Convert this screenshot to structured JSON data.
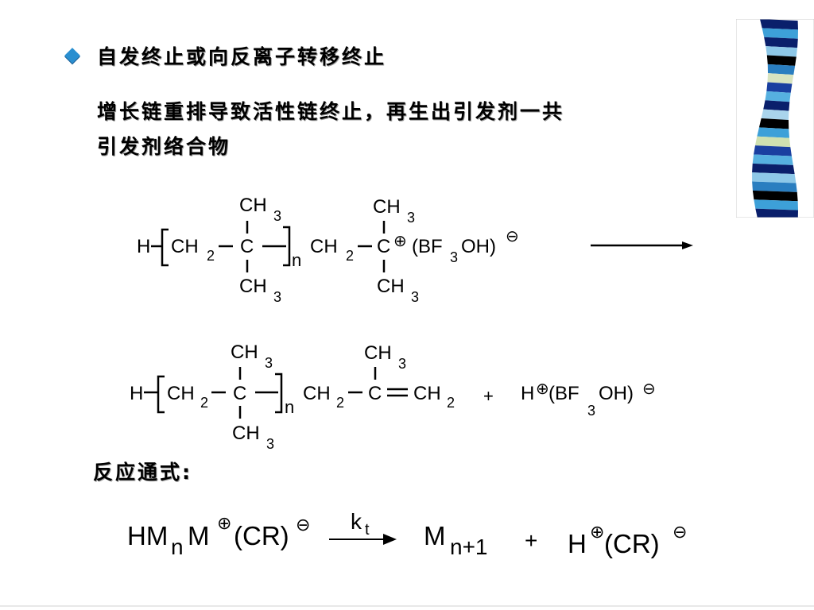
{
  "slide": {
    "heading": "自发终止或向反离子转移终止",
    "description_line1": "增长链重排导致活性链终止，再生出引发剂一共",
    "description_line2": "引发剂络合物",
    "general_label": "反应通式:"
  },
  "reaction1": {
    "H": "H",
    "CH": "CH",
    "C": "C",
    "two": "2",
    "three": "3",
    "n": "n",
    "counterion": "(BF",
    "counterion_tail": "OH)",
    "plus_charge": "⊕",
    "minus_charge": "⊖"
  },
  "reaction2": {
    "H": "H",
    "CH": "CH",
    "C": "C",
    "two": "2",
    "three": "3",
    "n": "n",
    "plus": "+",
    "proton": "H",
    "counterion": "(BF",
    "counterion_tail": "OH)",
    "plus_charge": "⊕",
    "minus_charge": "⊖"
  },
  "general_equation": {
    "left_main": "HM",
    "left_sub": "n",
    "left_m": "M",
    "left_ion": "(CR)",
    "rate_k": "k",
    "rate_sub": "t",
    "product_m": "M",
    "product_sub": "n+1",
    "plus": "+",
    "right_h": "H",
    "right_ion": "(CR)",
    "plus_charge": "⊕",
    "minus_charge": "⊖"
  },
  "decoration": {
    "stripe_colors": [
      "#0a1f6b",
      "#3da0d8",
      "#0a1f6b",
      "#8ec8e8",
      "#000000",
      "#2a7ec0",
      "#d8e4c0",
      "#1a3fa0",
      "#56b0e0",
      "#0a1f6b",
      "#a9d4ec",
      "#000000",
      "#3da0d8",
      "#cfe0b0",
      "#1a3fa0",
      "#56b0e0",
      "#0a1f6b",
      "#8ec8e8",
      "#2a7ec0",
      "#000000",
      "#3da0d8",
      "#0a1f6b"
    ]
  }
}
